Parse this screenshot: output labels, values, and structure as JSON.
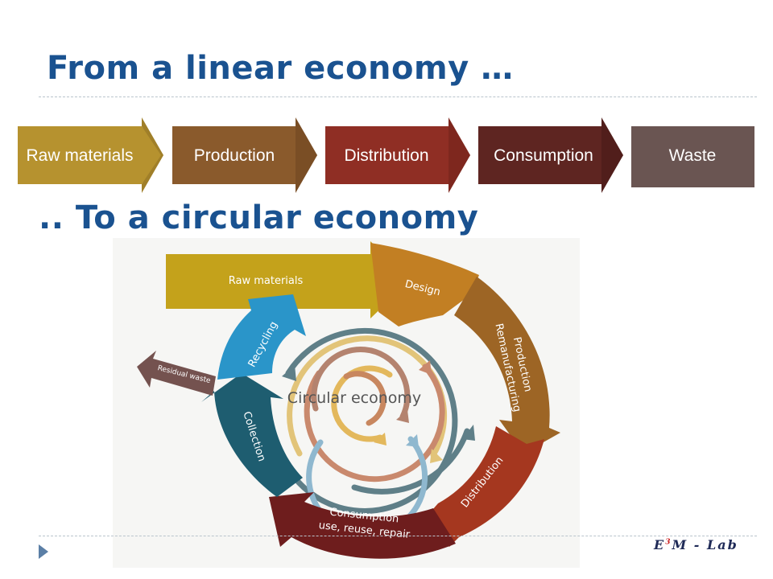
{
  "slide": {
    "title_linear": "From a linear economy …",
    "title_circular": ".. To a circular economy",
    "logo": {
      "part1": "E",
      "sup": "3",
      "part2": "M - Lab"
    }
  },
  "linear_flow": [
    {
      "label": "Raw materials",
      "color": "#b6922f"
    },
    {
      "label": "Production",
      "color": "#8a5a2c"
    },
    {
      "label": "Distribution",
      "color": "#8f2e24"
    },
    {
      "label": "Consumption",
      "color": "#5e2521"
    },
    {
      "label": "Waste",
      "color": "#6a5552"
    }
  ],
  "circular": {
    "center_label": "Circular economy",
    "raw_materials": "Raw materials",
    "design": "Design",
    "production": [
      "Production",
      "Remanufacturing"
    ],
    "distribution": "Distribution",
    "consumption": [
      "Consumption",
      "use, reuse, repair"
    ],
    "collection": "Collection",
    "recycling": "Recycling",
    "residual_waste": "Residual waste",
    "colors": {
      "raw": "#c4a21b",
      "design": "#c27f23",
      "production": "#9d6525",
      "distribution": "#a5371f",
      "consumption": "#6e1d1d",
      "collection": "#1e5d70",
      "recycling": "#2a95c9",
      "residual": "#74524f"
    }
  }
}
